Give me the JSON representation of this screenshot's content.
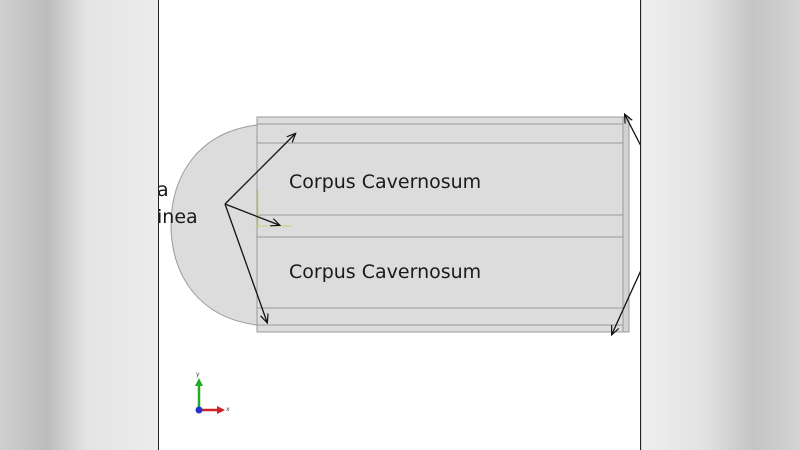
{
  "labels": {
    "cavernosum_top": "Corpus Cavernosum",
    "cavernosum_bottom": "Corpus Cavernosum",
    "cut_line1": "a",
    "cut_line2": "inea"
  },
  "triad": {
    "x_label": "x",
    "y_label": "y"
  },
  "colors": {
    "fill": "#dcdcdc",
    "stroke": "#9a9a9a",
    "arrow": "#111111",
    "axis_x": "#cc2222",
    "axis_y": "#22aa22",
    "axis_z": "#2233cc"
  }
}
